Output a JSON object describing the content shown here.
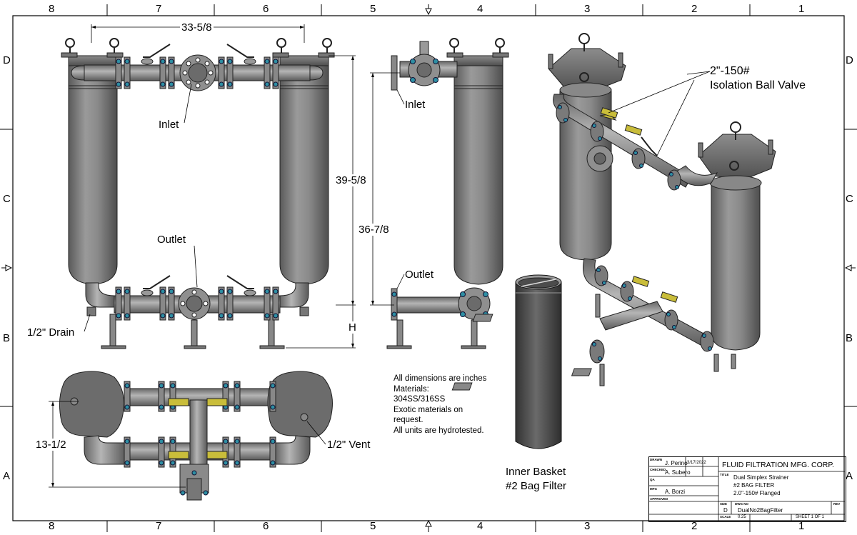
{
  "zones": {
    "columns": [
      "8",
      "7",
      "6",
      "5",
      "4",
      "3",
      "2",
      "1"
    ],
    "rows": [
      "D",
      "C",
      "B",
      "A"
    ]
  },
  "callouts": {
    "isolation_valve": "2\"-150#\nIsolation Ball Valve",
    "inlet_front": "Inlet",
    "outlet_front": "Outlet",
    "drain": "1/2\" Drain",
    "inlet_side": "Inlet",
    "outlet_side": "Outlet",
    "vent": "1/2\" Vent",
    "basket": "Inner Basket\n#2 Bag Filter"
  },
  "dimensions": {
    "width": "33-5/8",
    "height_total": "39-5/8",
    "height_inlet": "36-7/8",
    "height_h": "H",
    "depth": "13-1/2"
  },
  "notes": [
    "All dimensions are inches",
    "Materials:",
    "304SS/316SS",
    "Exotic materials on",
    "request.",
    "All units are hydrotested."
  ],
  "title_block": {
    "drawn_label": "DRAWN",
    "drawn_by": "J. Perino",
    "drawn_date": "3/17/2022",
    "checked_label": "CHECKED",
    "checked_by": "A. Subero",
    "qa_label": "QA",
    "mfg_label": "MFG",
    "mfg_by": "A. Borzi",
    "approved_label": "APPROVED",
    "company": "FLUID FILTRATION MFG. CORP.",
    "title_label": "TITLE",
    "title_line1": "Dual Simplex Strainer",
    "title_line2": "#2 BAG FILTER",
    "title_line3": "2.0\"-150# Flanged",
    "size_label": "SIZE",
    "size": "D",
    "dwg_label": "DWG NO",
    "dwg_no": "DualNo2BagFilter",
    "rev_label": "REV",
    "scale_label": "SCALE",
    "scale": "0.25",
    "sheet": "SHEET 1  OF 1"
  },
  "colors": {
    "steel": "#7a7a7a",
    "steel_dark": "#555555",
    "flange_bolt": "#2e8fa3",
    "valve_handle": "#c9bd3a"
  }
}
